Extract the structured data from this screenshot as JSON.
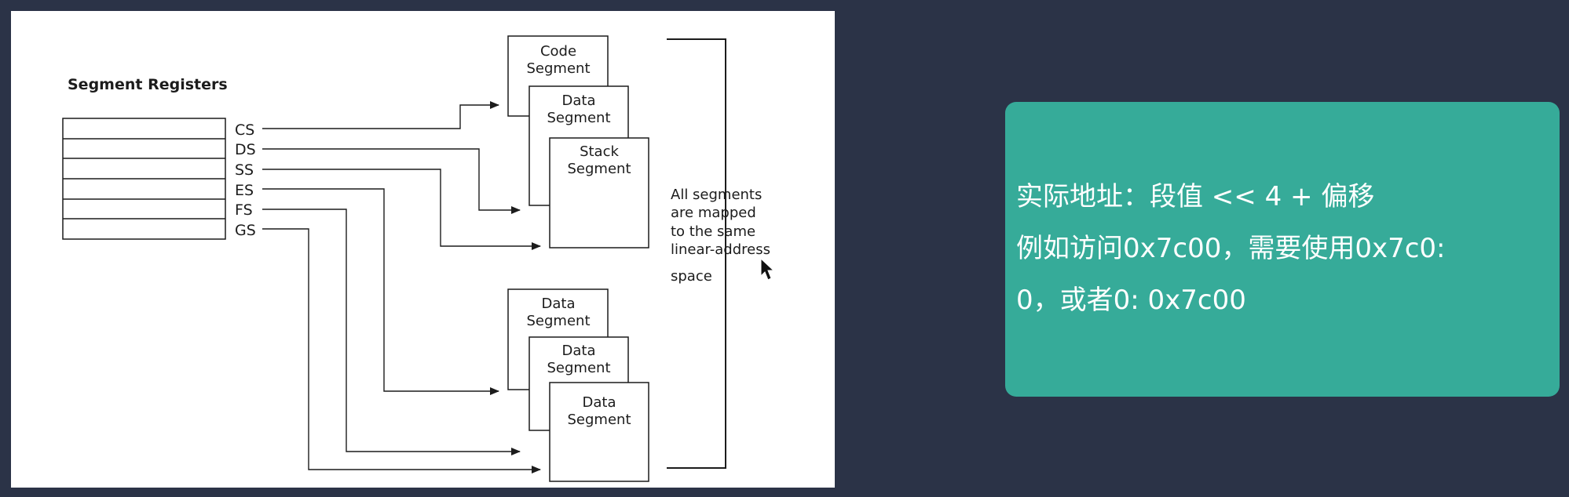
{
  "diagram": {
    "title": "Segment Registers",
    "registers": [
      "CS",
      "DS",
      "SS",
      "ES",
      "FS",
      "GS"
    ],
    "top_segments": [
      {
        "line1": "Code",
        "line2": "Segment"
      },
      {
        "line1": "Data",
        "line2": "Segment"
      },
      {
        "line1": "Stack",
        "line2": "Segment"
      }
    ],
    "bottom_segments": [
      {
        "line1": "Data",
        "line2": "Segment"
      },
      {
        "line1": "Data",
        "line2": "Segment"
      },
      {
        "line1": "Data",
        "line2": "Segment"
      }
    ],
    "note_lines": [
      "All segments",
      "are mapped",
      "to the same",
      "linear-address",
      "space"
    ]
  },
  "note_card": {
    "lines": [
      "实际地址：段值 << 4 + 偏移",
      "例如访问0x7c00，需要使用0x7c0:",
      "0，或者0: 0x7c00"
    ],
    "background_color": "#36ab99",
    "text_color": "#ffffff"
  },
  "colors": {
    "slide_background": "#2b3347",
    "figure_background": "#ffffff",
    "line_color": "#1c1c1c"
  }
}
